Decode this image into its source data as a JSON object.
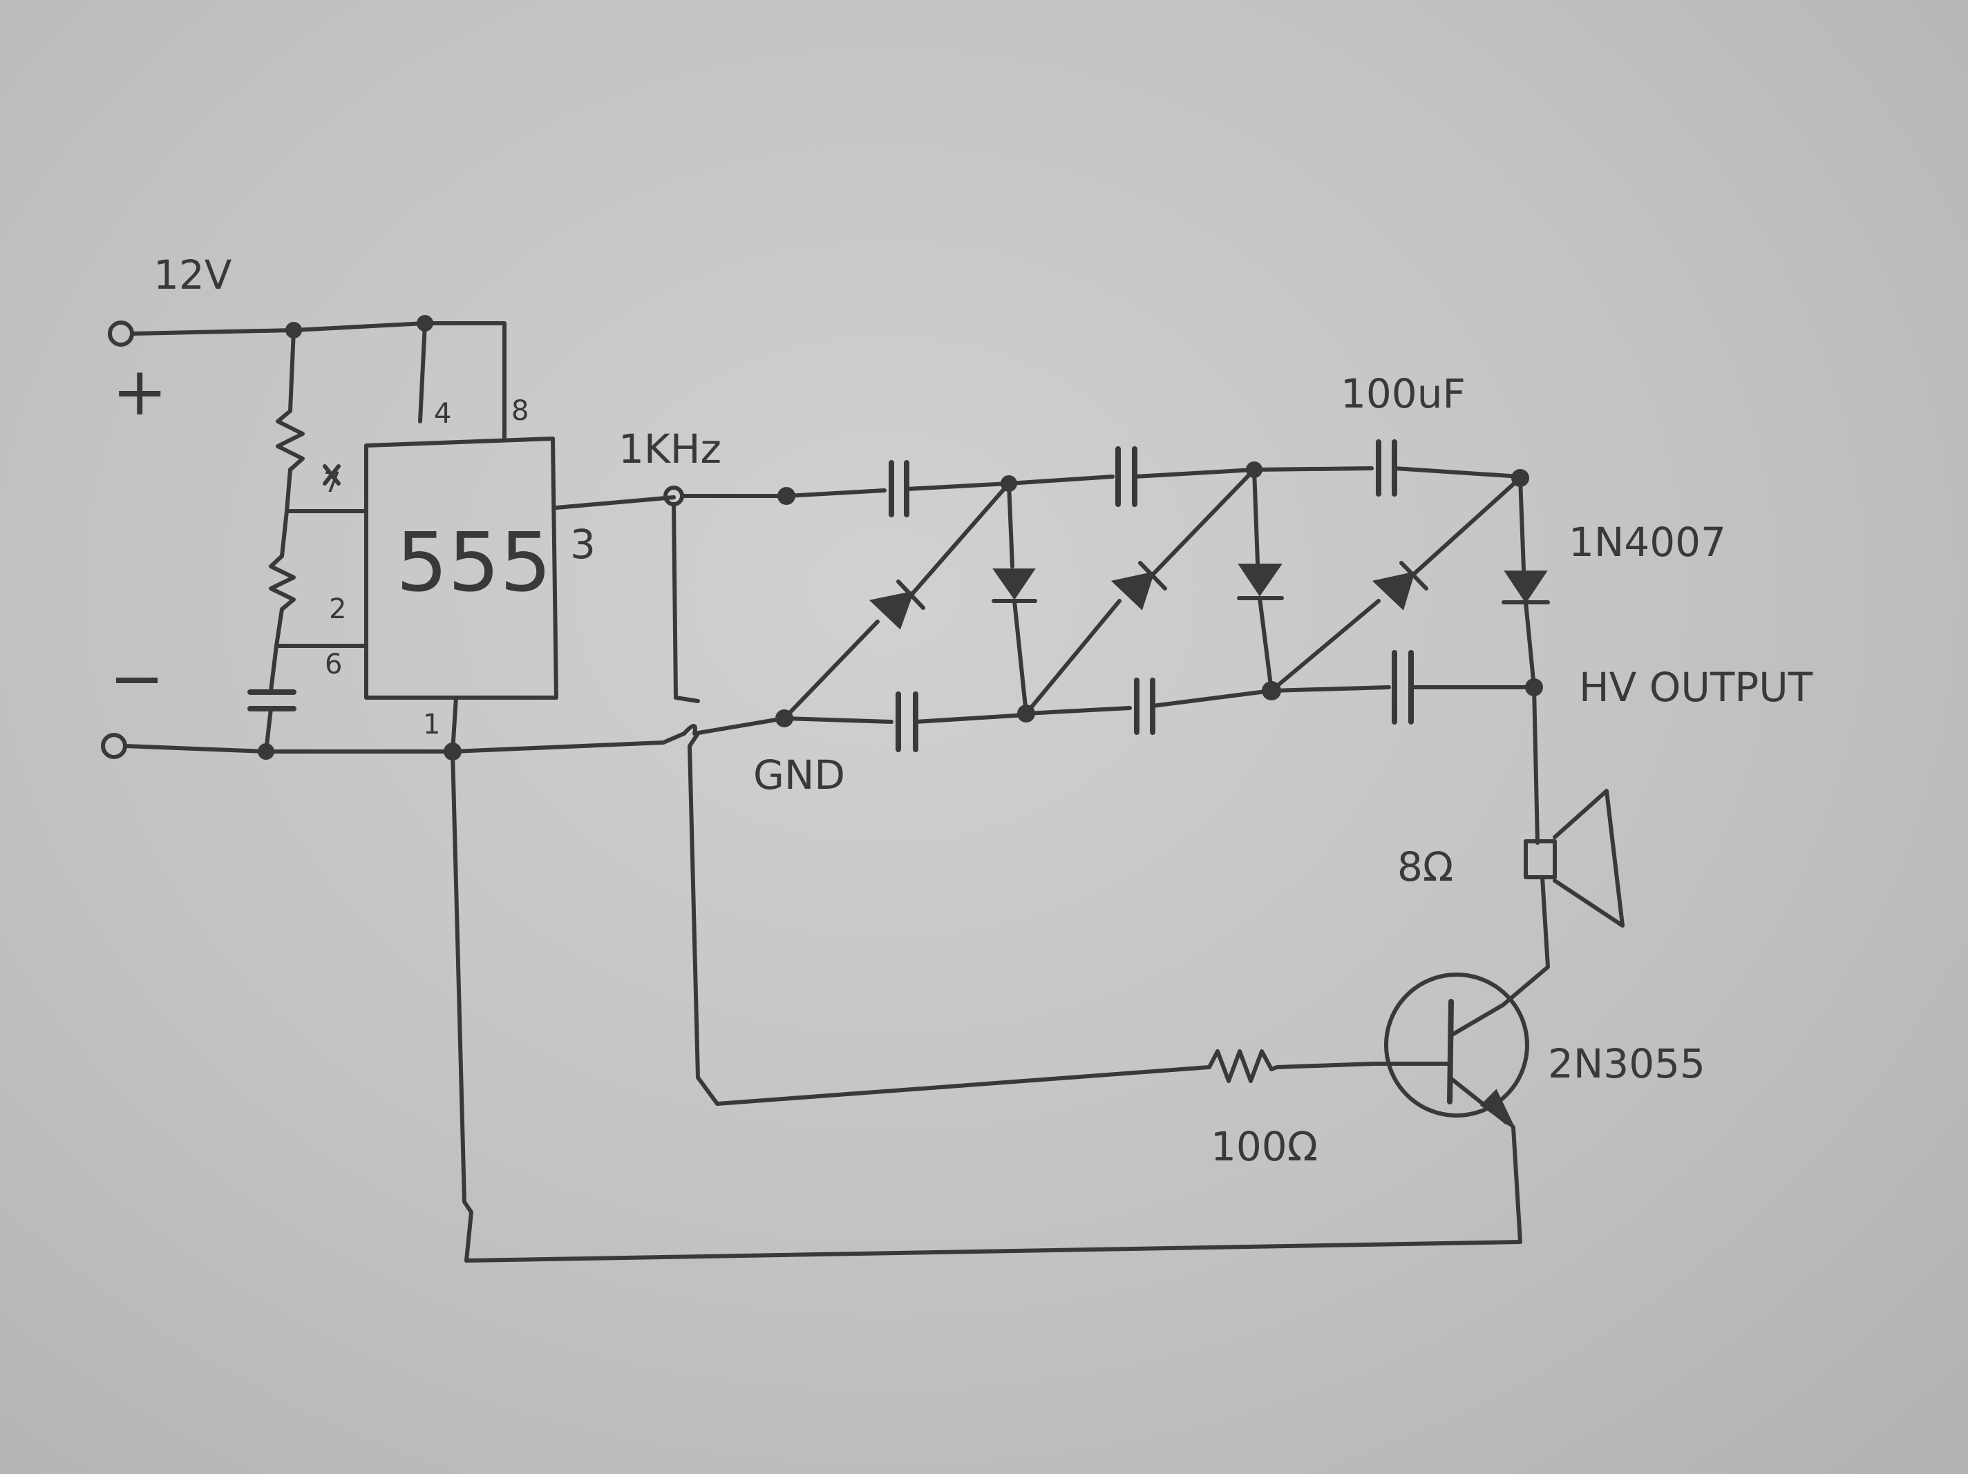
{
  "labels": {
    "supply_voltage": "12V",
    "plus": "+",
    "minus": "−",
    "ic": "555",
    "pin_4": "4",
    "pin_8": "8",
    "pin_7": "7",
    "pin_2": "2",
    "pin_6": "6",
    "pin_1": "1",
    "pin_3": "3",
    "frequency": "1KHz",
    "ground": "GND",
    "capacitor": "100uF",
    "diode": "1N4007",
    "hv_output": "HV OUTPUT",
    "speaker": "8Ω",
    "resistor": "100Ω",
    "transistor": "2N3055"
  },
  "colors": {
    "paper": "#c9c7c8",
    "ink": "#3a3838"
  }
}
